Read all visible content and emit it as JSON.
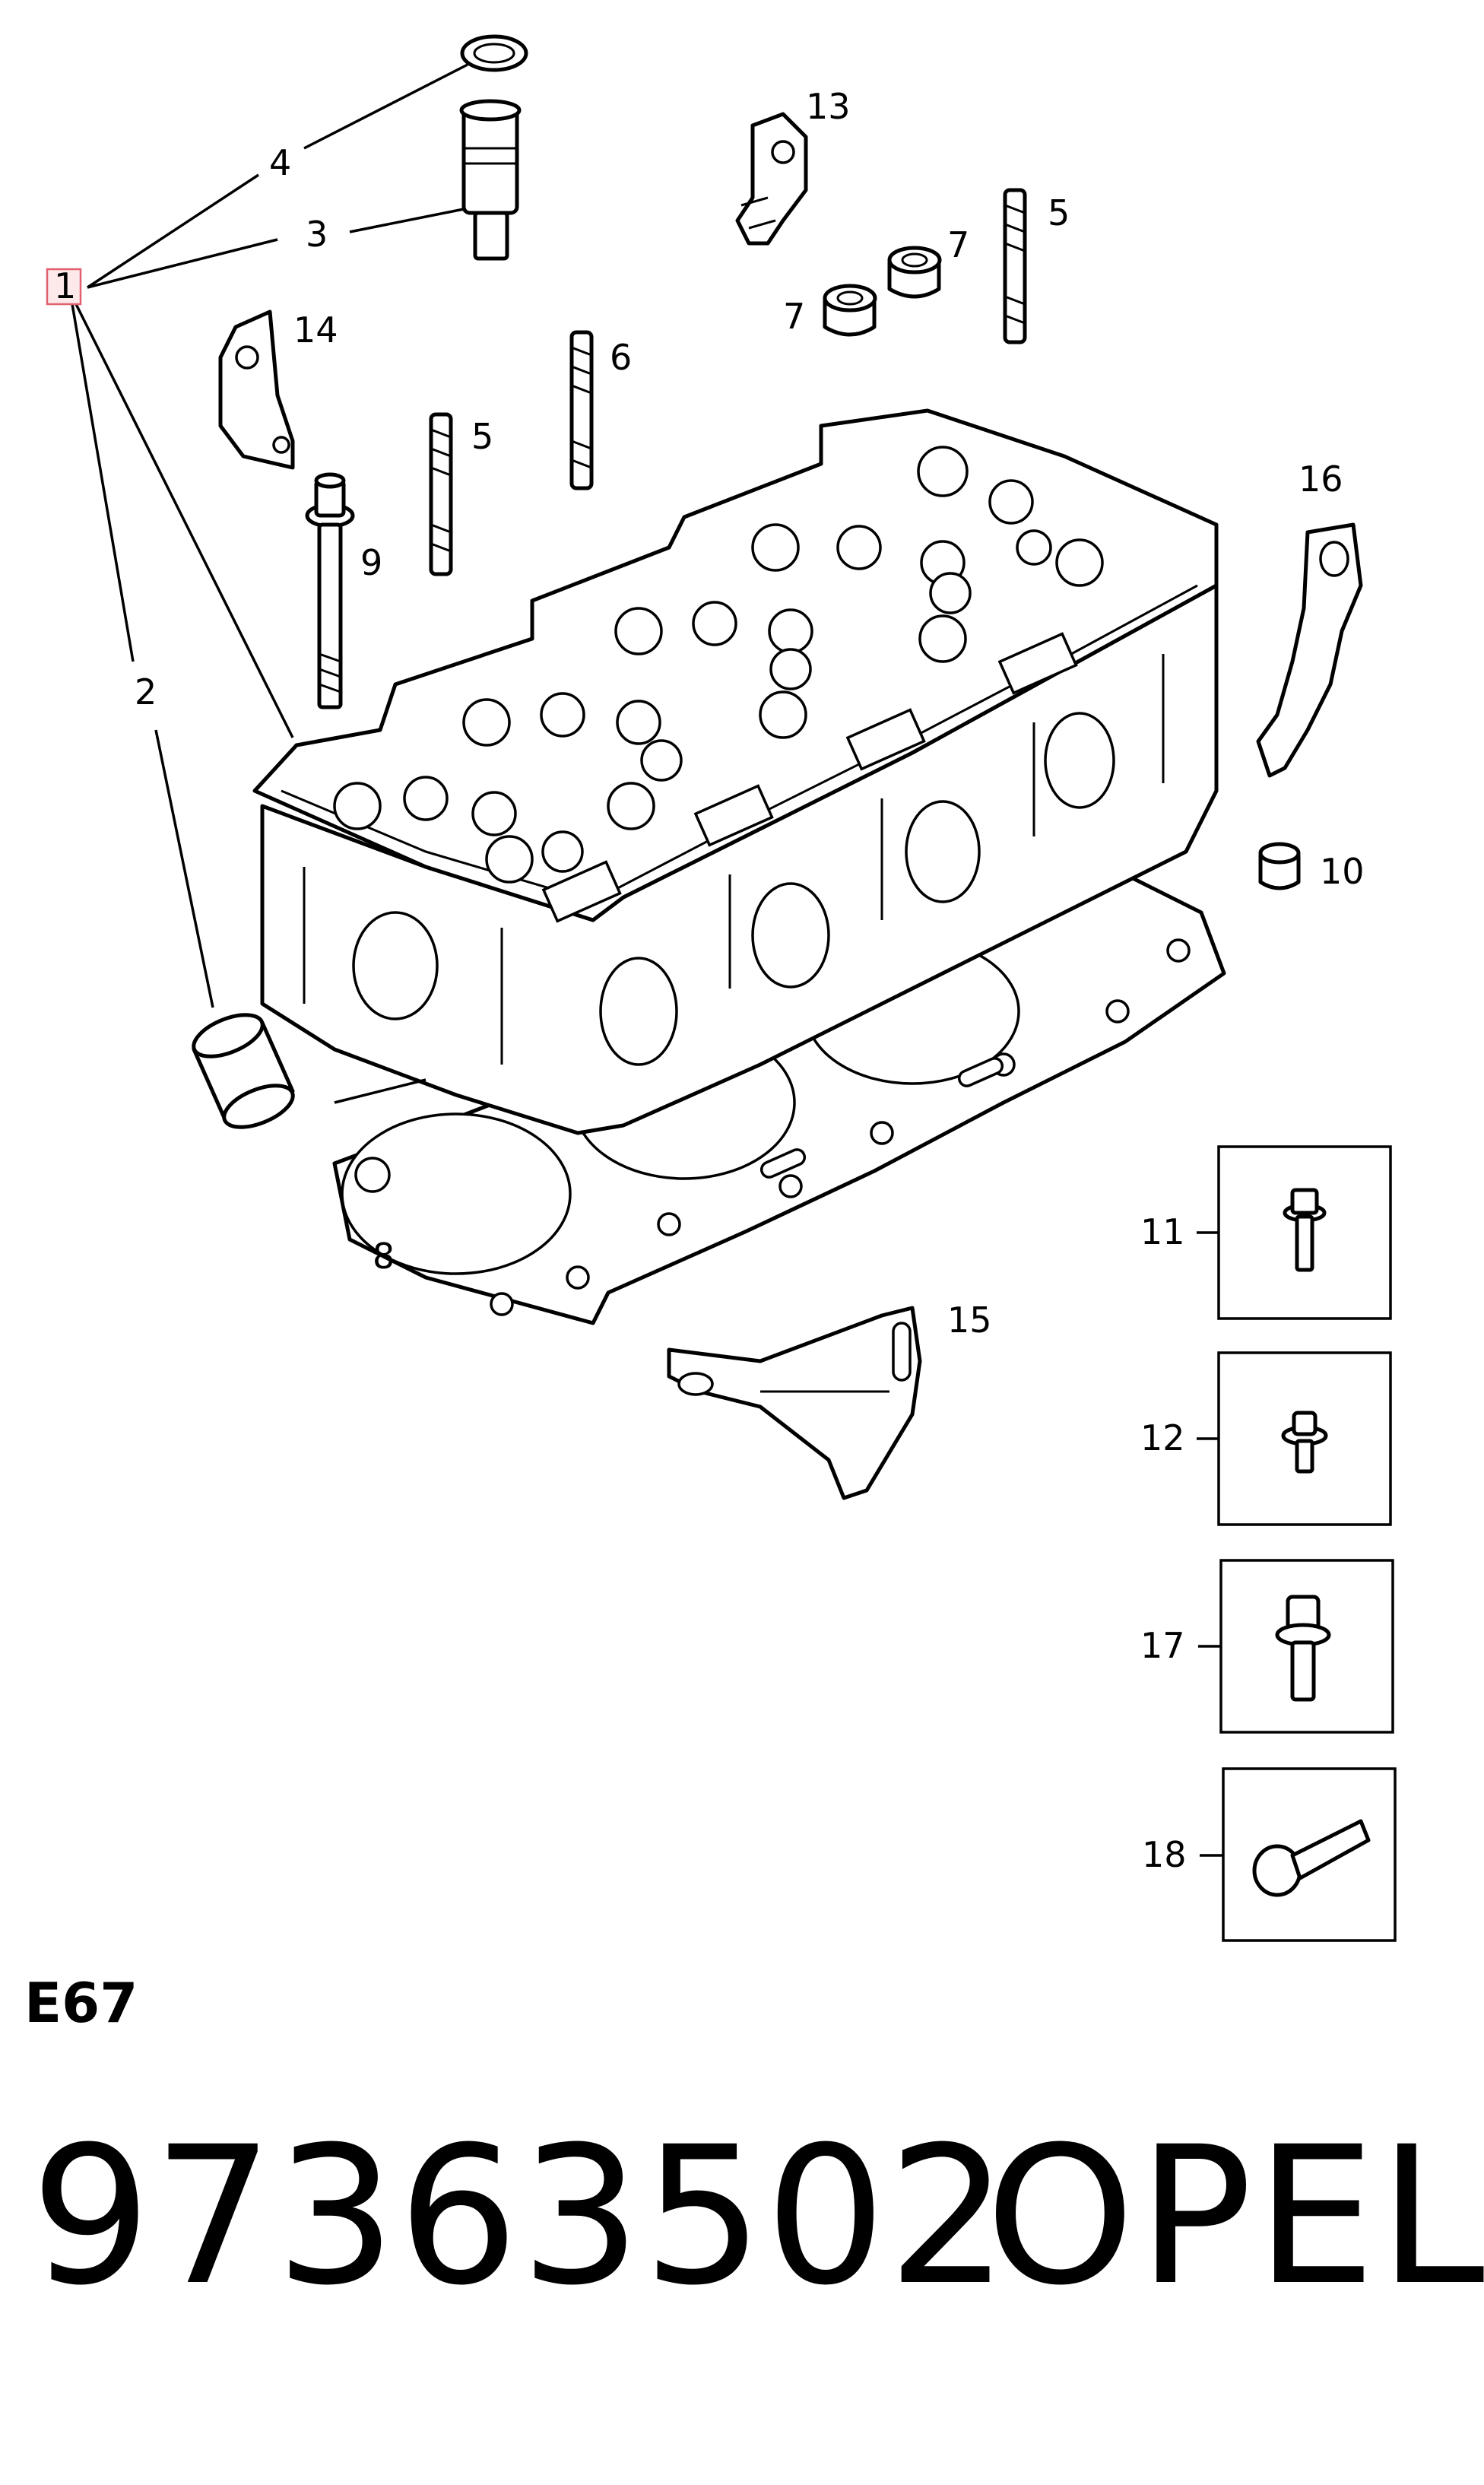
{
  "diagram": {
    "code": "E67",
    "part_number": "97363502",
    "brand": "OPEL",
    "callouts": [
      {
        "id": "1",
        "label": "1",
        "highlight": true
      },
      {
        "id": "2",
        "label": "2"
      },
      {
        "id": "3",
        "label": "3"
      },
      {
        "id": "4",
        "label": "4"
      },
      {
        "id": "5a",
        "label": "5"
      },
      {
        "id": "5b",
        "label": "5"
      },
      {
        "id": "6",
        "label": "6"
      },
      {
        "id": "7a",
        "label": "7"
      },
      {
        "id": "7b",
        "label": "7"
      },
      {
        "id": "8",
        "label": "8"
      },
      {
        "id": "9",
        "label": "9"
      },
      {
        "id": "10",
        "label": "10"
      },
      {
        "id": "11",
        "label": "11"
      },
      {
        "id": "12",
        "label": "12"
      },
      {
        "id": "13",
        "label": "13"
      },
      {
        "id": "14",
        "label": "14"
      },
      {
        "id": "15",
        "label": "15"
      },
      {
        "id": "16",
        "label": "16"
      },
      {
        "id": "17",
        "label": "17"
      },
      {
        "id": "18",
        "label": "18"
      }
    ],
    "colors": {
      "highlight_border": "#e06070",
      "highlight_fill": "#fde8ea",
      "ink": "#000000"
    }
  }
}
